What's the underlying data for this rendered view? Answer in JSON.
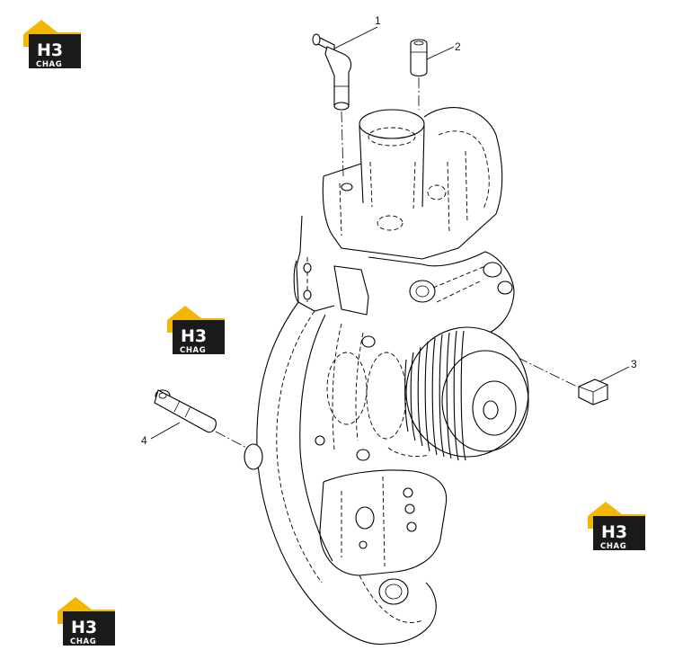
{
  "callouts": [
    {
      "label": "1"
    },
    {
      "label": "2"
    },
    {
      "label": "3"
    },
    {
      "label": "4"
    }
  ],
  "watermark": {
    "letters": "H3",
    "subtitle": "CHAG",
    "colors": {
      "roof": "#f2b705",
      "block": "#1a1a1a",
      "text": "#ffffff"
    }
  }
}
